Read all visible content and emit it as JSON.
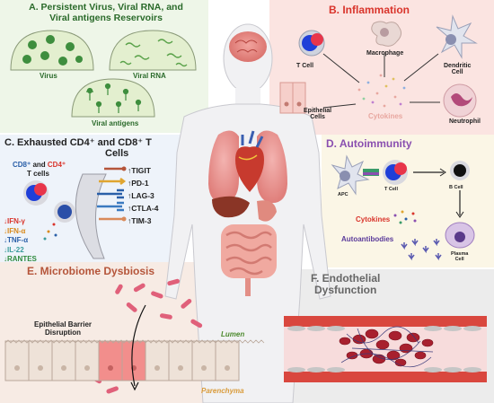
{
  "panelA": {
    "title_l1": "A. Persistent Virus, Viral RNA, and",
    "title_l2": "Viral antigens Reservoirs",
    "virus": "Virus",
    "viral_rna": "Viral RNA",
    "viral_antigens": "Viral antigens",
    "colors": {
      "title": "#2a6a2a",
      "bg": "#eef6e8",
      "cell": "#e3efcf",
      "accent": "#3e8e3e"
    }
  },
  "panelB": {
    "title": "B. Inflammation",
    "t_cell": "T Cell",
    "macrophage": "Macrophage",
    "dendritic_l1": "Dendritic",
    "dendritic_l2": "Cell",
    "epithelial_l1": "Epithelial",
    "epithelial_l2": "Cells",
    "cytokines": "Cytokines",
    "neutrophil": "Neutrophil",
    "colors": {
      "title": "#d9342b",
      "bg": "#fbe4e1",
      "cytokines": "#e8a7a0"
    }
  },
  "panelC": {
    "title_l1": "C. Exhausted CD4⁺ and CD8⁺ T",
    "title_l2": "Cells",
    "cd8": "CD8⁺",
    "and": " and ",
    "cd4": "CD4⁺",
    "tcells": "T cells",
    "receptors": [
      "↑TIGIT",
      "↑PD-1",
      "↑LAG-3",
      "↑CTLA-4",
      "↑TIM-3"
    ],
    "cytokines": [
      {
        "text": "↓IFN-γ",
        "color": "#d9342b"
      },
      {
        "text": "↓IFN-α",
        "color": "#d98a1c"
      },
      {
        "text": "↓TNF-α",
        "color": "#2a5fa8"
      },
      {
        "text": "↓IL-22",
        "color": "#3a9b9b"
      },
      {
        "text": "↓RANTES",
        "color": "#2f8a3e"
      }
    ],
    "colors": {
      "title": "#222222",
      "bg": "#eef3fa"
    }
  },
  "panelD": {
    "title": "D. Autoimmunity",
    "apc": "APC",
    "t_cell": "T Cell",
    "b_cell": "B Cell",
    "cytokines": "Cytokines",
    "autoantibodies": "Autoantibodies",
    "plasma_l1": "Plasma",
    "plasma_l2": "Cell",
    "colors": {
      "title": "#8a4fb0",
      "bg": "#fbf6e6"
    }
  },
  "panelE": {
    "title": "E. Microbiome Dysbiosis",
    "barrier_l1": "Epithelial Barrier",
    "barrier_l2": "Disruption",
    "lumen": "Lumen",
    "parenchyma": "Parenchyma",
    "colors": {
      "title": "#b5553a",
      "bg": "#f7ebe4",
      "lumen": "#4d8a2e",
      "parenchyma": "#d99b3a"
    }
  },
  "panelF": {
    "title_l1": "F. Endothelial",
    "title_l2": "Dysfunction",
    "colors": {
      "title": "#666666",
      "bg": "#ececec"
    }
  }
}
